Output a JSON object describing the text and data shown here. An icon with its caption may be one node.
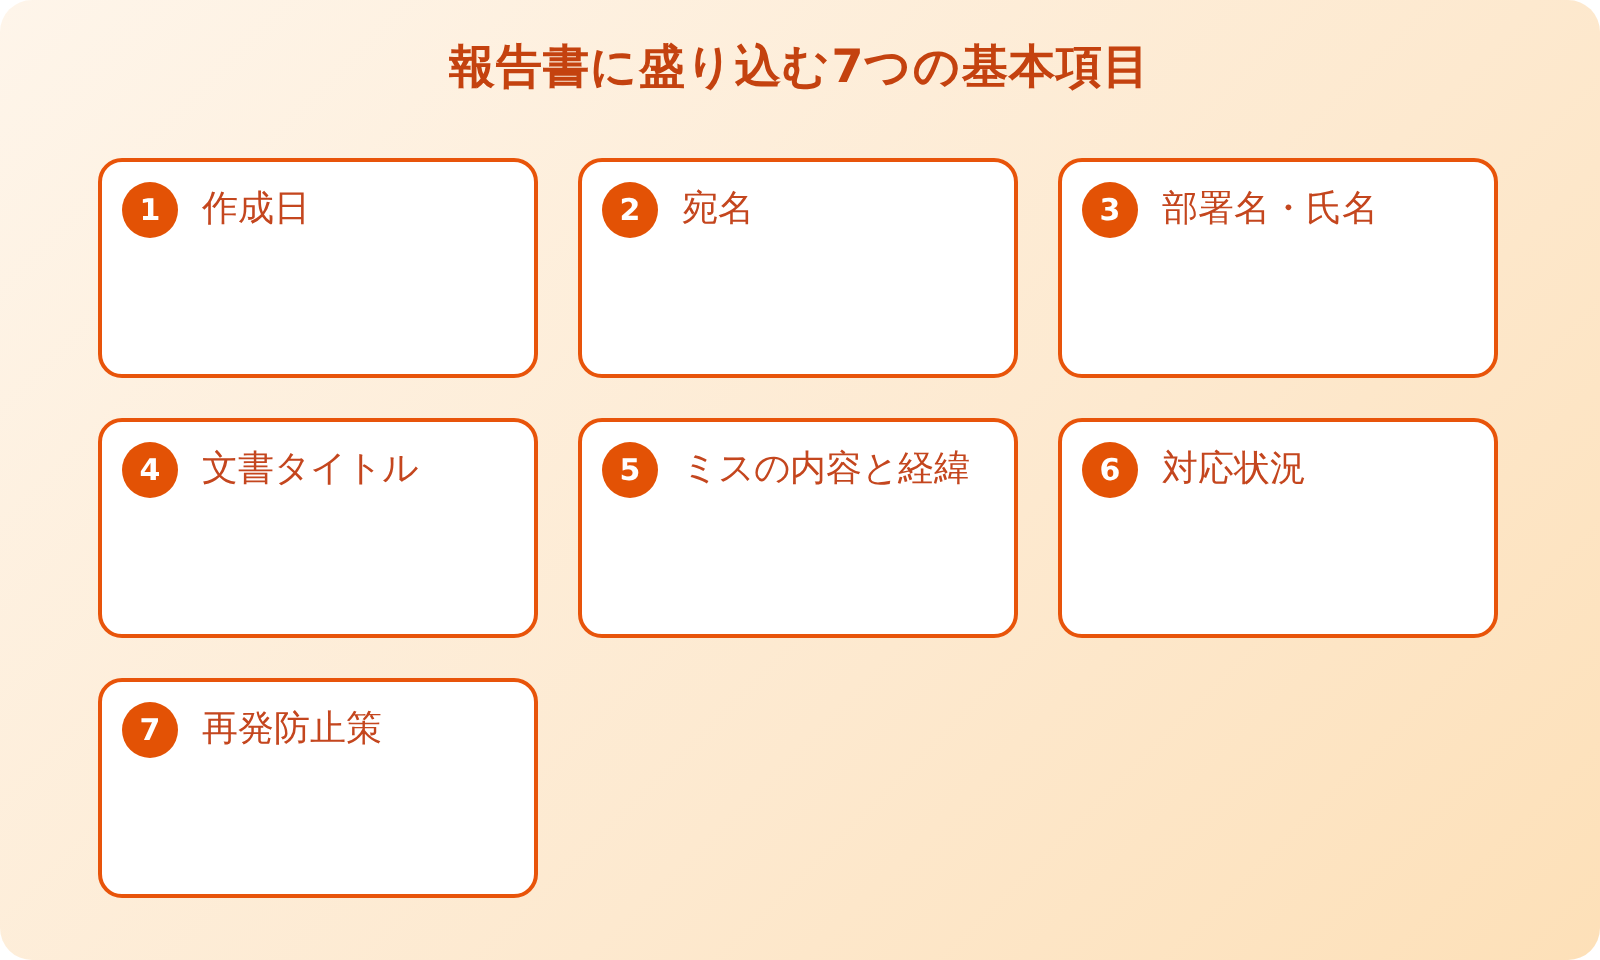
{
  "diagram": {
    "title": "報告書に盛り込む7つの基本項目",
    "nodes": [
      {
        "text": [
          "作成日"
        ]
      },
      {
        "text": [
          "1"
        ],
        "in": 0
      },
      {
        "text": [
          "宛名"
        ]
      },
      {
        "text": [
          "2"
        ],
        "in": 2
      },
      {
        "text": [
          "部署名・氏名"
        ]
      },
      {
        "text": [
          "3"
        ],
        "in": 4
      },
      {
        "text": [
          "文書タイトル"
        ]
      },
      {
        "text": [
          "4"
        ],
        "in": 6
      },
      {
        "text": [
          "ミスの内容と経緯"
        ]
      },
      {
        "text": [
          "5"
        ],
        "in": 8
      },
      {
        "text": [
          "対応状況"
        ]
      },
      {
        "text": [
          "6"
        ],
        "in": 10
      },
      {
        "text": [
          "再発防止策"
        ]
      },
      {
        "text": [
          "7"
        ],
        "in": 12
      }
    ]
  }
}
